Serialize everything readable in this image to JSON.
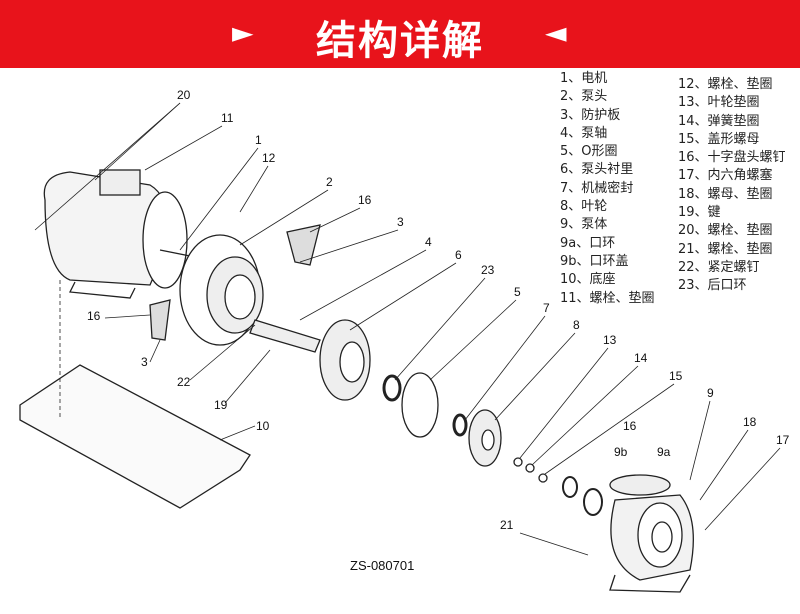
{
  "header": {
    "title": "结构详解",
    "left_arrow": "►",
    "right_arrow": "◄"
  },
  "legend_left": [
    "1、电机",
    "2、泵头",
    "3、防护板",
    "4、泵轴",
    "5、O形圈",
    "6、泵头衬里",
    "7、机械密封",
    "8、叶轮",
    "9、泵体",
    "9a、口环",
    "9b、口环盖",
    "10、底座",
    "11、螺栓、垫圈"
  ],
  "legend_right": [
    "12、螺栓、垫圈",
    "13、叶轮垫圈",
    "14、弹簧垫圈",
    "15、盖形螺母",
    "16、十字盘头螺钉",
    "17、内六角螺塞",
    "18、螺母、垫圈",
    "19、键",
    "20、螺栓、垫圈",
    "21、螺栓、垫圈",
    "22、紧定螺钉",
    "23、后口环"
  ],
  "callouts": [
    "20",
    "11",
    "1",
    "12",
    "2",
    "16",
    "3",
    "4",
    "6",
    "23",
    "5",
    "7",
    "8",
    "13",
    "14",
    "15",
    "9",
    "18",
    "17",
    "16",
    "9b",
    "9a",
    "16",
    "3",
    "22",
    "19",
    "10",
    "21"
  ],
  "drawing_code": "ZS-080701"
}
